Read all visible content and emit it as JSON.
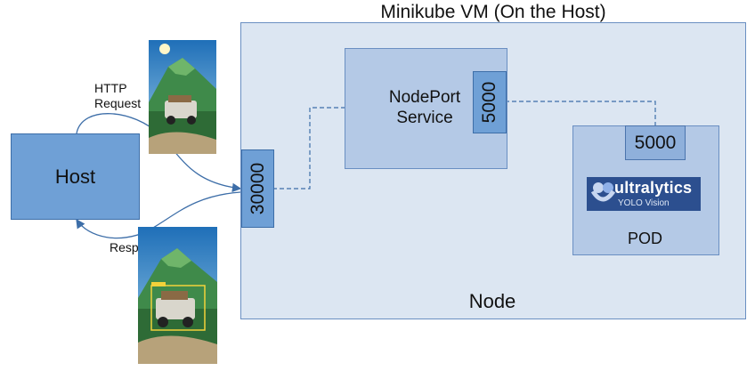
{
  "vm": {
    "title": "Minikube VM (On the Host)"
  },
  "node": {
    "label": "Node"
  },
  "service": {
    "line1": "NodePort",
    "line2": "Service",
    "port": "5000"
  },
  "pod": {
    "label": "POD",
    "port": "5000"
  },
  "node_port": {
    "label": "30000"
  },
  "host": {
    "label": "Host"
  },
  "request": {
    "line1": "HTTP",
    "line2": "Request"
  },
  "response": {
    "label": "Response"
  },
  "logo": {
    "name": "ultralytics",
    "subtitle": "YOLO Vision"
  },
  "colors": {
    "vm_fill": "#dce6f2",
    "service_fill": "#b4c9e6",
    "port_fill": "#6fa0d6",
    "connector": "#3d6ea8"
  }
}
